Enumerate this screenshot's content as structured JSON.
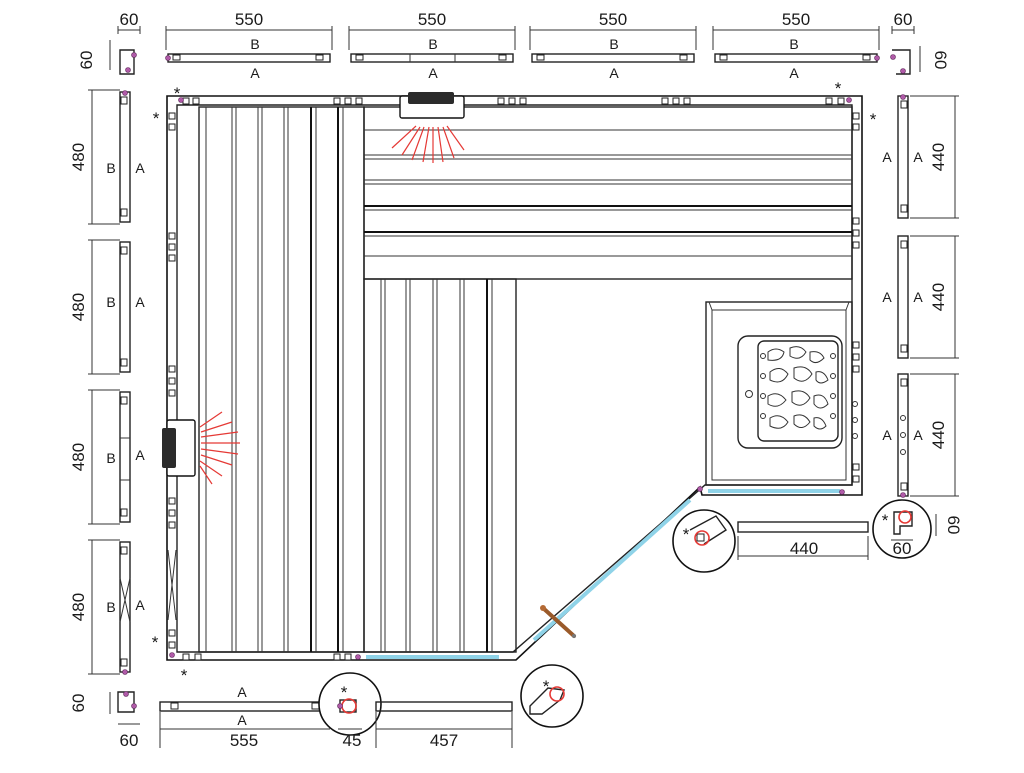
{
  "diagram": {
    "dims": {
      "top_corner_left": "60",
      "top_corner_left_side": "60",
      "top_panels": [
        "550",
        "550",
        "550",
        "550"
      ],
      "top_corner_right": "60",
      "top_corner_right_side": "60",
      "left_panels": [
        "480",
        "480",
        "480",
        "480"
      ],
      "right_panels": [
        "440",
        "440",
        "440"
      ],
      "bottom_corner_left": "60",
      "bottom_corner_left_side": "60",
      "bottom_left_panel": "555",
      "bottom_post": "45",
      "bottom_door_panel": "457",
      "right_lower_panel": "440",
      "right_lower_corner": "60",
      "right_lower_corner_side": "60"
    },
    "face_labels": {
      "a": "A",
      "b": "B"
    },
    "marks": {
      "asterisk": "*"
    }
  }
}
